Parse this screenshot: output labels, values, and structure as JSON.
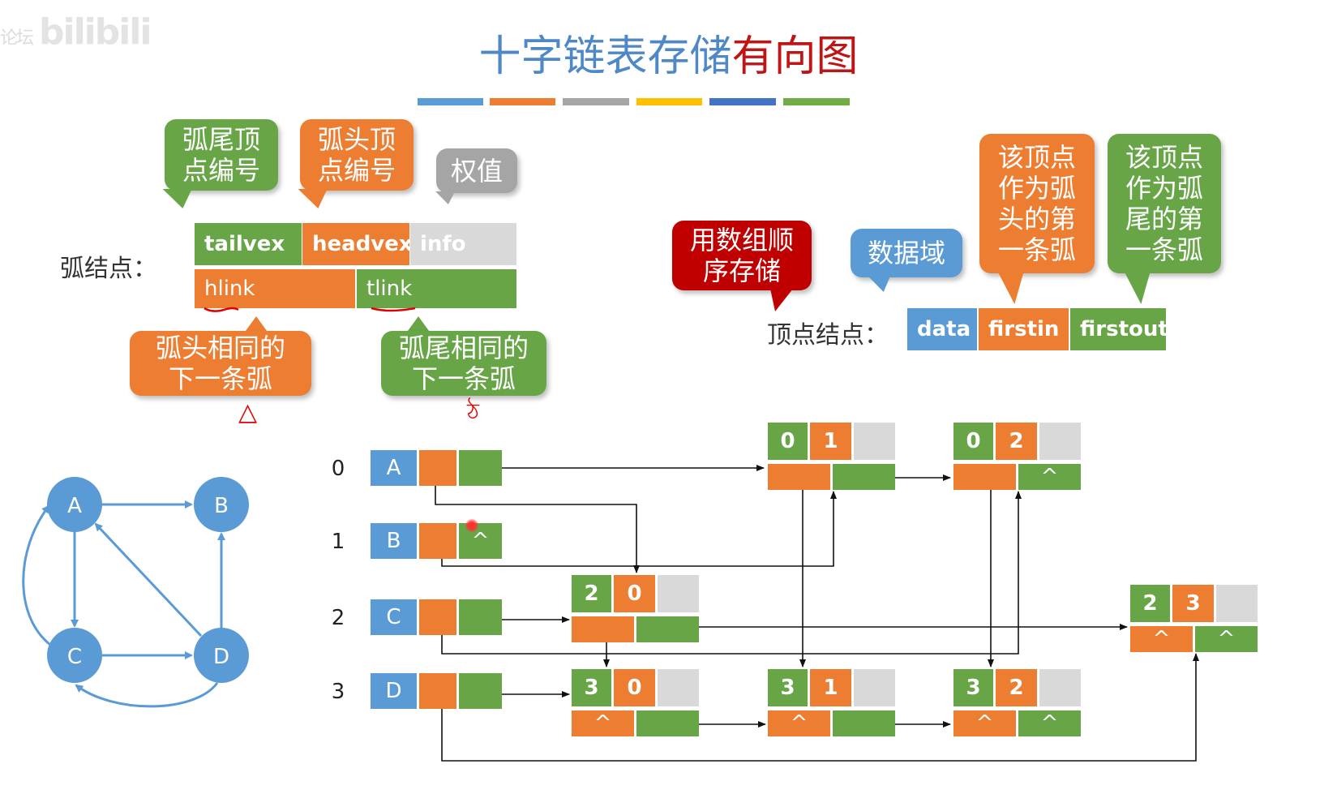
{
  "watermark": {
    "prefix": "论坛",
    "brand": "bilibili"
  },
  "title": {
    "part1": "十字链表存储",
    "part2": "有向图"
  },
  "title_bar_colors": [
    "#5b9bd5",
    "#ed7d31",
    "#a5a5a5",
    "#ffc000",
    "#4472c4",
    "#70ad47"
  ],
  "colors": {
    "green": "#67a547",
    "orange": "#ed7d31",
    "gray": "#d9d9d9",
    "blue": "#5b9bd5",
    "red": "#c00000",
    "annotation": "#e00000"
  },
  "arc_node": {
    "label": "弧结点：",
    "fields": [
      "tailvex",
      "headvex",
      "info"
    ],
    "links": [
      "hlink",
      "tlink"
    ],
    "callouts": {
      "tail_vertex": "弧尾顶\n点编号",
      "head_vertex": "弧头顶\n点编号",
      "weight": "权值",
      "same_head": "弧头相同的\n下一条弧",
      "same_tail": "弧尾相同的\n下一条弧"
    }
  },
  "vertex_node": {
    "label": "顶点结点：",
    "fields": [
      "data",
      "firstin",
      "firstout"
    ],
    "callouts": {
      "sequential": "用数组顺\n序存储",
      "data_field": "数据域",
      "first_in": "该顶点\n作为弧\n头的第\n一条弧",
      "first_out": "该顶点\n作为弧\n尾的第\n一条弧"
    }
  },
  "graph": {
    "nodes": [
      "A",
      "B",
      "C",
      "D"
    ],
    "edges": [
      [
        "A",
        "B"
      ],
      [
        "A",
        "C"
      ],
      [
        "C",
        "A"
      ],
      [
        "C",
        "D"
      ],
      [
        "D",
        "A"
      ],
      [
        "D",
        "B"
      ],
      [
        "D",
        "C"
      ]
    ]
  },
  "vertex_list": [
    {
      "index": "0",
      "data": "A",
      "firstout_null": ""
    },
    {
      "index": "1",
      "data": "B",
      "firstout_null": "^"
    },
    {
      "index": "2",
      "data": "C",
      "firstout_null": ""
    },
    {
      "index": "3",
      "data": "D",
      "firstout_null": ""
    }
  ],
  "arc_nodes": {
    "a01": {
      "tail": "0",
      "head": "1",
      "hlink": "",
      "tlink": ""
    },
    "a02": {
      "tail": "0",
      "head": "2",
      "hlink": "",
      "tlink": "^"
    },
    "a20": {
      "tail": "2",
      "head": "0",
      "hlink": "",
      "tlink": ""
    },
    "a23": {
      "tail": "2",
      "head": "3",
      "hlink": "^",
      "tlink": "^"
    },
    "a30": {
      "tail": "3",
      "head": "0",
      "hlink": "^",
      "tlink": ""
    },
    "a31": {
      "tail": "3",
      "head": "1",
      "hlink": "^",
      "tlink": ""
    },
    "a32": {
      "tail": "3",
      "head": "2",
      "hlink": "^",
      "tlink": "^"
    }
  },
  "annotations": {
    "mark1": "△",
    "mark2": "ঠ"
  }
}
